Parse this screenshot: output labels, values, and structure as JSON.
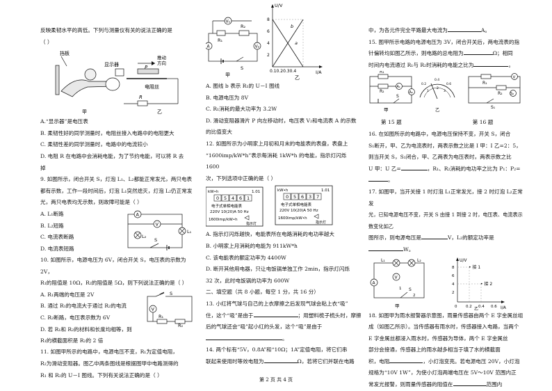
{
  "col1": {
    "l1": "反映柔韧水平的高低。下列与测量仪有关的说法正确的是",
    "l2": "（      ）",
    "fig8": {
      "dangban": "挡板",
      "shixianqi": "显示器",
      "tuidong": "推动",
      "fangxiang": "方向",
      "P": "P",
      "dianzuxi": "电阻丝",
      "R": "R",
      "jia": "甲",
      "yi": "乙"
    },
    "o8A": "A.“显示器”是电压表",
    "o8B": "B. 柔韧性好的同学测量时，电阻丝接入电路中的电阻更大",
    "o8C": "C. 柔韧性差的同学测量时，电路中的电流较小",
    "o8D1": "D. 电阻 R 在电路中会消耗电能，为了节约电能，可以将 R 去",
    "o8D2": "掉",
    "q9a": "9. 如图所示，闭合开关 S，灯泡 L₁、L₂都能正常发光，两只电表",
    "q9b": "都有示数，工作一段时间后，灯泡 L₁突然熄灭，灯泡 L₂仍正常发",
    "q9c": "光，两只电表均无示数，则故障可能是（      ）",
    "o9A": "A. L₁断路",
    "o9B": "B. L₂短路",
    "o9C": "C. 电流表断路",
    "o9D": "D. 电流表短路",
    "fig9": {
      "A": "A",
      "V": "V",
      "L1": "L₁",
      "L2": "L₂",
      "S": "S"
    },
    "q10a": "10. 如图所示，电源电压为 6V，闭合开关 S，电压表的示数为 2V，",
    "q10b": "R₁的阻值是 10Ω，R₂的阻值是 5Ω，则下列说法正确的是（      ）",
    "o10A": "A. R₁两端的电压是 2V",
    "o10B": "B. 通过 R₁的电流大于通过 R₂的电流",
    "o10C": "C. R₂断路，电压表示数为 6V",
    "o10D1": "D. 若 R₁和 R₂的材料和长度均相等，则",
    "o10D2": "R₁的横截面积是 R₂的 2 倍",
    "fig10": {
      "S": "S",
      "V": "V",
      "R1": "R₁",
      "R2": "R₂"
    },
    "q11a": "11. 如图甲所示的电路中，电源电压不变，R₁为定值电阻，",
    "q11b": "R₂为滑动变阻器。图乙中两条图线是根据图甲中电路测得的",
    "q11c": "R₁ 和 R₂的 U－I 图线。下列有关说法正确的是（      ）"
  },
  "col2": {
    "fig11": {
      "UV": "U/V",
      "IA": "I/A",
      "axis": "0.10.20.30.4",
      "ticks": [
        "8",
        "6",
        "4",
        "2"
      ],
      "a": "a",
      "b": "b",
      "jia": "甲",
      "yi": "乙",
      "S": "S",
      "R1": "R₁",
      "V1": "V₁",
      "V2": "V₂",
      "A": "A",
      "R2": "R₂"
    },
    "o11A": "A. 图线 b 表示 R₁的 U－I 图线",
    "o11B": "B. 电源电压为 8V",
    "o11C": "C. R₁消耗的最大功率为 3.2W",
    "o11D1": "D. 滑动变阻器滑片 P 向左移动时，电压表 V₂和电流表 A 的示数",
    "o11D2": "的比值变大",
    "q12a": "12. 如图所示为小明家上月初和月末的电能表的表盘，表盘上",
    "q12b": "“1600imp/kW*h”表示每消耗 1kW*h 的电能，指示灯闪烁 1600",
    "q12c": "次，下列选项中正确的是（      ）",
    "meter1": {
      "unit": "kW•h",
      "tag": "1.01",
      "digits": [
        "0",
        "5",
        "4",
        "6",
        "1"
      ],
      "name": "电子式单相电能表",
      "spec": "220V  10(20)A  50 Hz",
      "imp": "1600imp/kW•h",
      "lamp": "指示灯"
    },
    "meter2": {
      "unit": "kW•h",
      "tag": "1.01",
      "digits": [
        "0",
        "5",
        "6",
        "3",
        "7"
      ],
      "name": "电子式单相电能表",
      "spec": "220V  10(20)A  50 Hz",
      "imp": "1600imp/kW•h",
      "lamp": "指示灯"
    },
    "o12A": "A. 指示灯闪烁越快，电能表所在电路消耗的电功率越大",
    "o12B": "B. 小明家上月消耗的电能为 911kW*h",
    "o12C": "C. 该电能表的额定功率为 4400W",
    "o12D1": "D. 断开其他用电器，只让电饭锅单独工作 2min，指示灯闪烁",
    "o12D2": "32 次，此时电饭锅的功率为 600W",
    "sec2": "二、填空题（共 8 小题，每空 1 分，共 16 分）",
    "q13a": "13. 小红将气球与自己的上衣摩擦之后发现气球会粘上衣“吸”",
    "q13b": "住，这个“吸”是由于",
    "q13c": "；用塑料梳子梳头时，摩擦",
    "q13d": "后的气球还会“吸”起小红的头发，这个“吸”是由于",
    "q13e": "。",
    "q14a": "14. 两个标有“5V，0.8A”和“10Ω；1A”定值电阻，将它们串",
    "q14b": "联起来使用时等效电阻为",
    "q14c": "Ω，若将它们并联在电路"
  },
  "col3": {
    "t1a": "中，为各元件完全平路最大电流为",
    "t1b": "A。",
    "q15a": "15. 图甲所示电路的电源电压为 3V，闭合开关后，两电流表的指",
    "q15b": "针偏转均如图乙所示，则电路的总电阻为",
    "q15c": "Ω；相同",
    "q15d": "时间内电流通过 R₁与 R₂时消耗的电能之比为",
    "q15e": "。",
    "fig15": {
      "R1": "R₁",
      "R2": "R₂",
      "A1": "A₁",
      "A2": "A₂",
      "S": "S",
      "jia": "甲",
      "yi": "乙",
      "dial": [
        "0.2",
        "0.4",
        "0.6",
        "1",
        "2",
        "3"
      ]
    },
    "fig16": {
      "V": "V",
      "R1": "R₁",
      "R2": "R₂",
      "S1": "S₁",
      "S2": "S₂"
    },
    "cap15": "第 15 题",
    "cap16": "第 16 题",
    "q16a": "16. 在如图所示的电路中，电源电压保持不变，开关 S，闭合",
    "q16b": "S₁断开，甲、乙为电流表时，两表示数之比是 I 甲：I 乙=2：5，",
    "q16c": "则当开关 S，S₁闭合，甲、乙两表为电压表时，两表示数之比",
    "q16d": "U 甲：U 乙=",
    "q16e": "，R₁、R₂消耗的电功率之比为 P₁：P₂=",
    "q16f": "。",
    "q17a": "17. 如图甲，当开关接 1 时灯泡 L₁正常发光，接 2 时灯泡 L₂正常发",
    "q17b": "光，已知电源电压不变，开关 S 由接 1 到接 2 时，电压表、电流表示数变化如乙",
    "q17c": "图所示，则电源电压是",
    "q17d": "V，L₂的额定功率是",
    "q17e": "W。",
    "fig17": {
      "L1": "L₁",
      "L2": "L₂",
      "A": "A",
      "V": "V",
      "S": "S",
      "n1": "1",
      "n2": "2",
      "jia": "甲",
      "yi": "乙",
      "UV": "U/V",
      "IA": "I/A",
      "ticks": [
        "8",
        "6",
        "4",
        "2"
      ],
      "xt": [
        "0",
        "0.2",
        "0.4",
        "0.6"
      ],
      "j1": "• 接 1",
      "j2": "• 接 2"
    },
    "q18a": "18. 如图甲为雨水报警器示意图，雨量传感器由两个 E 字金属丝组",
    "q18b": "成（如图乙所示）。当传感器有雨水时，传感器接入电路，当两个",
    "q18c": "E 字金属丝都浸入雨水时，传感器为导体，两个 E 字金属丝",
    "q18d": "部分会接通，传感器上的雨水越多相当于填了水的横截面",
    "q18e": "积，电阻",
    "q18f": "，小灯泡变亮。若电源电压 20V，小灯泡",
    "q18g": "规格为“10V 1W”，为使小灯泡两端电压在 5V～10V 范围内正",
    "q18h": "常发光报警，则雨量传感器的阻值在",
    "q18i": "范围内"
  },
  "footer": "第 2 页 共 4 页"
}
